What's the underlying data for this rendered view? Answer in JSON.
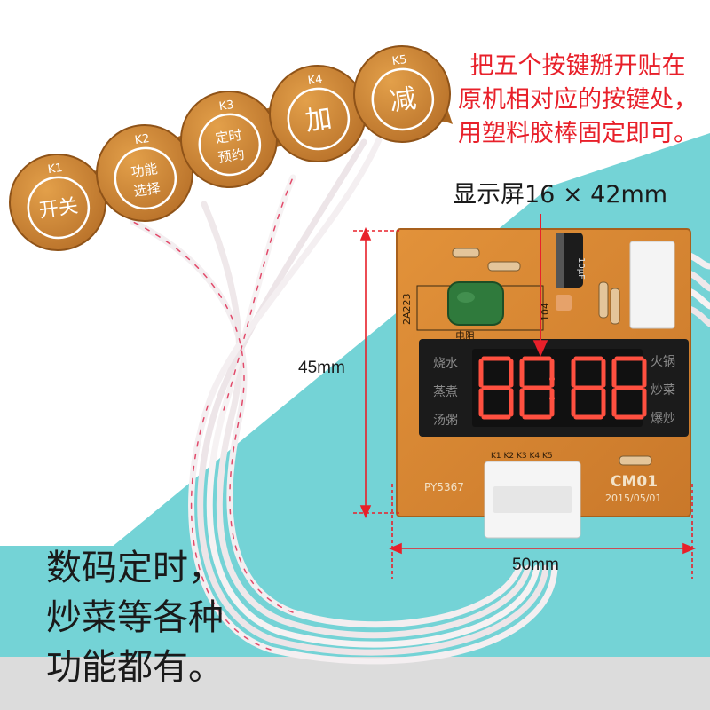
{
  "annotations": {
    "install_note": [
      "把五个按键掰开贴在",
      "原机相对应的按键处，",
      "用塑料胶棒固定即可。"
    ],
    "display_label": "显示屏16 × 42mm",
    "height_label": "45mm",
    "width_label": "50mm",
    "features": [
      "数码定时，",
      "炒菜等各种",
      "功能都有。"
    ]
  },
  "buttons": [
    {
      "key": "K1",
      "text": [
        "开关"
      ]
    },
    {
      "key": "K2",
      "text": [
        "功能",
        "选择"
      ]
    },
    {
      "key": "K3",
      "text": [
        "定时",
        "预约"
      ]
    },
    {
      "key": "K4",
      "text": [
        "加"
      ]
    },
    {
      "key": "K5",
      "text": [
        "减"
      ]
    }
  ],
  "board": {
    "model": "PY5367",
    "code": "CM01",
    "date": "2015/05/01",
    "connector_keys": "K1 K2 K3 K4 K5",
    "capacitor_label": "2A223",
    "chip_label": "104",
    "part_label": "电阻",
    "cap_text": "10μF",
    "display_digits": "8888",
    "left_labels": [
      "烧水",
      "蒸煮",
      "汤粥"
    ],
    "right_labels": [
      "火锅",
      "炒菜",
      "爆炒"
    ]
  },
  "colors": {
    "teal_background": "#74d3d6",
    "board": "#d8892e",
    "button_pad": "#c9832e",
    "led": "#ff5040",
    "note_text": "#e8202a"
  }
}
